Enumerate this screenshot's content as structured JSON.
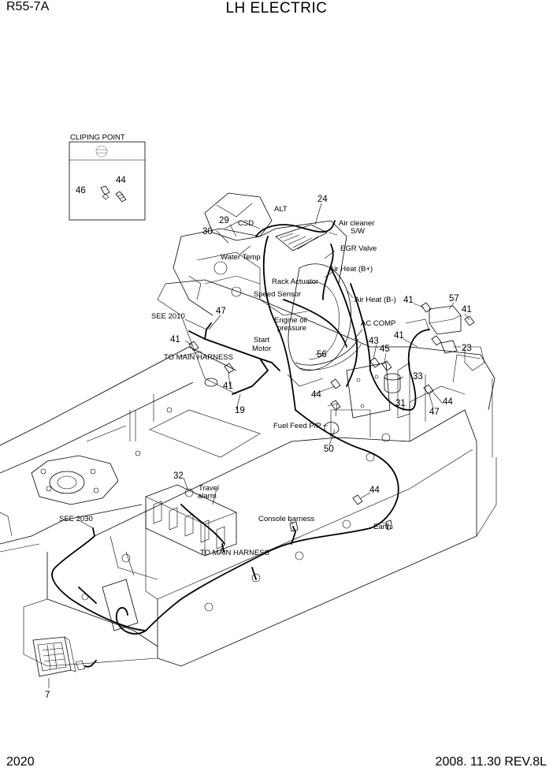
{
  "header": {
    "model": "R55-7A",
    "title": "LH ELECTRIC"
  },
  "footer": {
    "page_number": "2020",
    "revision": "2008. 11.30  REV.8L"
  },
  "clip_panel": {
    "title": "CLIPING POINT",
    "part_a": "46",
    "part_b": "44"
  },
  "labels": {
    "alt": "ALT",
    "csd": "CSD",
    "air_cleaner": "Air cleaner",
    "sw": "S/W",
    "egr_valve": "EGR Valve",
    "water_temp": "Water Temp",
    "air_heat_bplus": "Air Heat (B+)",
    "rack_actuator": "Rack Actuator",
    "speed_sensor": "Speed Sensor",
    "air_heat_bminus": "Air Heat (B-)",
    "see_2010": "SEE 2010",
    "engine_oil": "Engine oil",
    "pressure": "pressure",
    "ac_comp": "AC COMP",
    "start": "Start",
    "motor": "Motor",
    "to_main_harness_1": "TO MAIN HARNESS",
    "fuel_feed": "Fuel Feed P/P",
    "travel": "Travel",
    "alarm": "alarm",
    "see_2030": "SEE 2030",
    "console_harness": "Console harness",
    "earth": "Earth",
    "to_main_harness_2": "TO MAIN HARNESS"
  },
  "callouts": {
    "c24": "24",
    "c29": "29",
    "c30": "30",
    "c47a": "47",
    "c41a": "41",
    "c41b": "41",
    "c57": "57",
    "c41c": "41",
    "c41d": "41",
    "c23": "23",
    "c43": "43",
    "c45": "45",
    "c56": "56",
    "c33": "33",
    "c44a": "44",
    "c19": "19",
    "c31": "31",
    "c47b": "47",
    "c44b": "44",
    "c50": "50",
    "c32": "32",
    "c44c": "44",
    "c41e": "41",
    "c7": "7"
  }
}
